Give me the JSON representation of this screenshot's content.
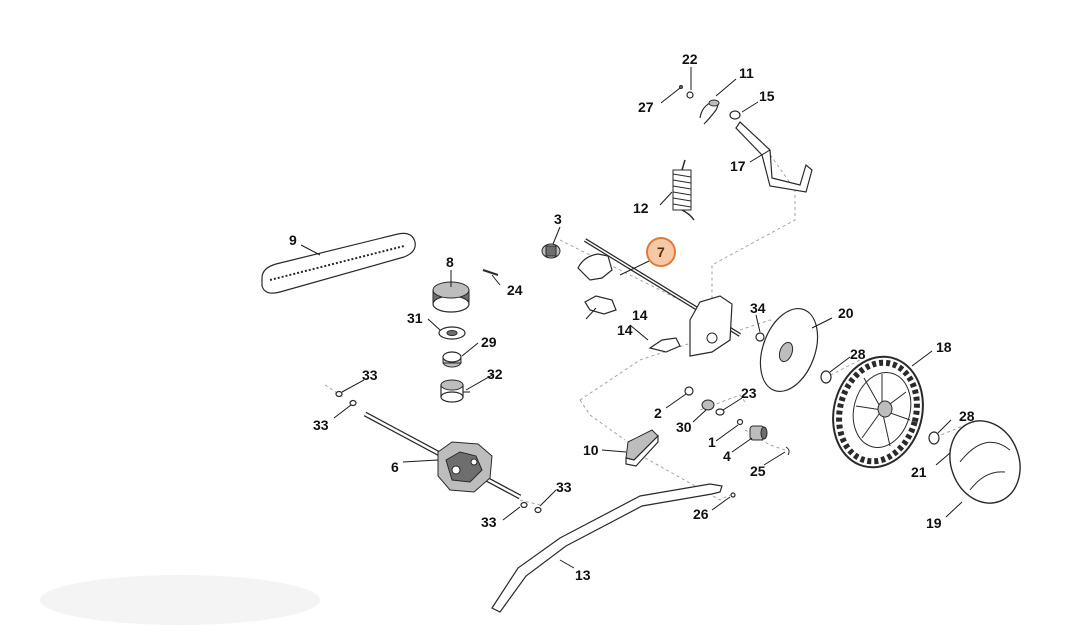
{
  "diagram": {
    "highlight_color": "#f6c9a6",
    "highlight_border": "#e07b36",
    "selected_part": "7",
    "callouts": {
      "c1": "1",
      "c2": "2",
      "c3": "3",
      "c4": "4",
      "c6": "6",
      "c7": "7",
      "c8": "8",
      "c9": "9",
      "c10": "10",
      "c11": "11",
      "c12": "12",
      "c13": "13",
      "c14a": "14",
      "c14b": "14",
      "c15": "15",
      "c17": "17",
      "c18": "18",
      "c19": "19",
      "c20": "20",
      "c21": "21",
      "c22": "22",
      "c23": "23",
      "c24": "24",
      "c25": "25",
      "c26": "26",
      "c27": "27",
      "c28a": "28",
      "c28b": "28",
      "c29": "29",
      "c30": "30",
      "c31": "31",
      "c32": "32",
      "c33a": "33",
      "c33b": "33",
      "c33c": "33",
      "c33d": "33",
      "c34": "34"
    }
  }
}
